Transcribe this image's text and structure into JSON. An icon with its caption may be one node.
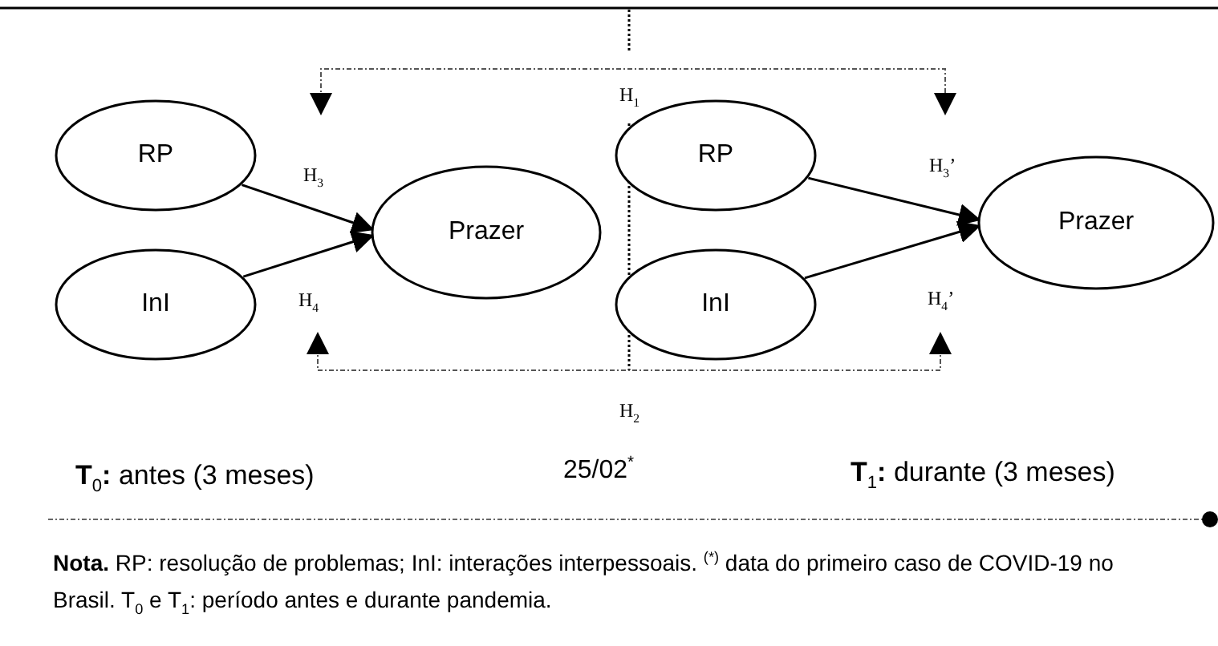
{
  "diagram": {
    "caption": "**Nota.** RP: resolução de problemas; InI: interações interpessoais. $^{(*)}$ data do primeiro caso de COVID-19 no Brasil. T$_{0}$ e T$_{1}$: período antes e durante pandemia.",
    "nodes": [
      {
        "text": [
          "RP"
        ]
      },
      {
        "text": [
          "InI"
        ]
      },
      {
        "text": [
          "Prazer"
        ]
      },
      {
        "text": [
          "RP"
        ]
      },
      {
        "text": [
          "InI"
        ]
      },
      {
        "text": [
          "Prazer"
        ]
      }
    ],
    "edges": [
      {
        "from": 0,
        "to": 2,
        "arrow": "to",
        "label": "H$_{3}$"
      },
      {
        "from": 1,
        "to": 2,
        "arrow": "to",
        "label": "H$_{4}$"
      },
      {
        "from": 3,
        "to": 5,
        "arrow": "to",
        "label": "H$_{3}$’"
      },
      {
        "from": 4,
        "to": 5,
        "arrow": "to",
        "label": "H$_{4}$’"
      }
    ],
    "labels": [
      "H$_{1}$",
      "H$_{2}$",
      "**T**$_{0}$**:** antes (3 meses)",
      "25/02$^{*}$",
      "**T**$_{1}$**:** durante (3 meses)"
    ]
  }
}
